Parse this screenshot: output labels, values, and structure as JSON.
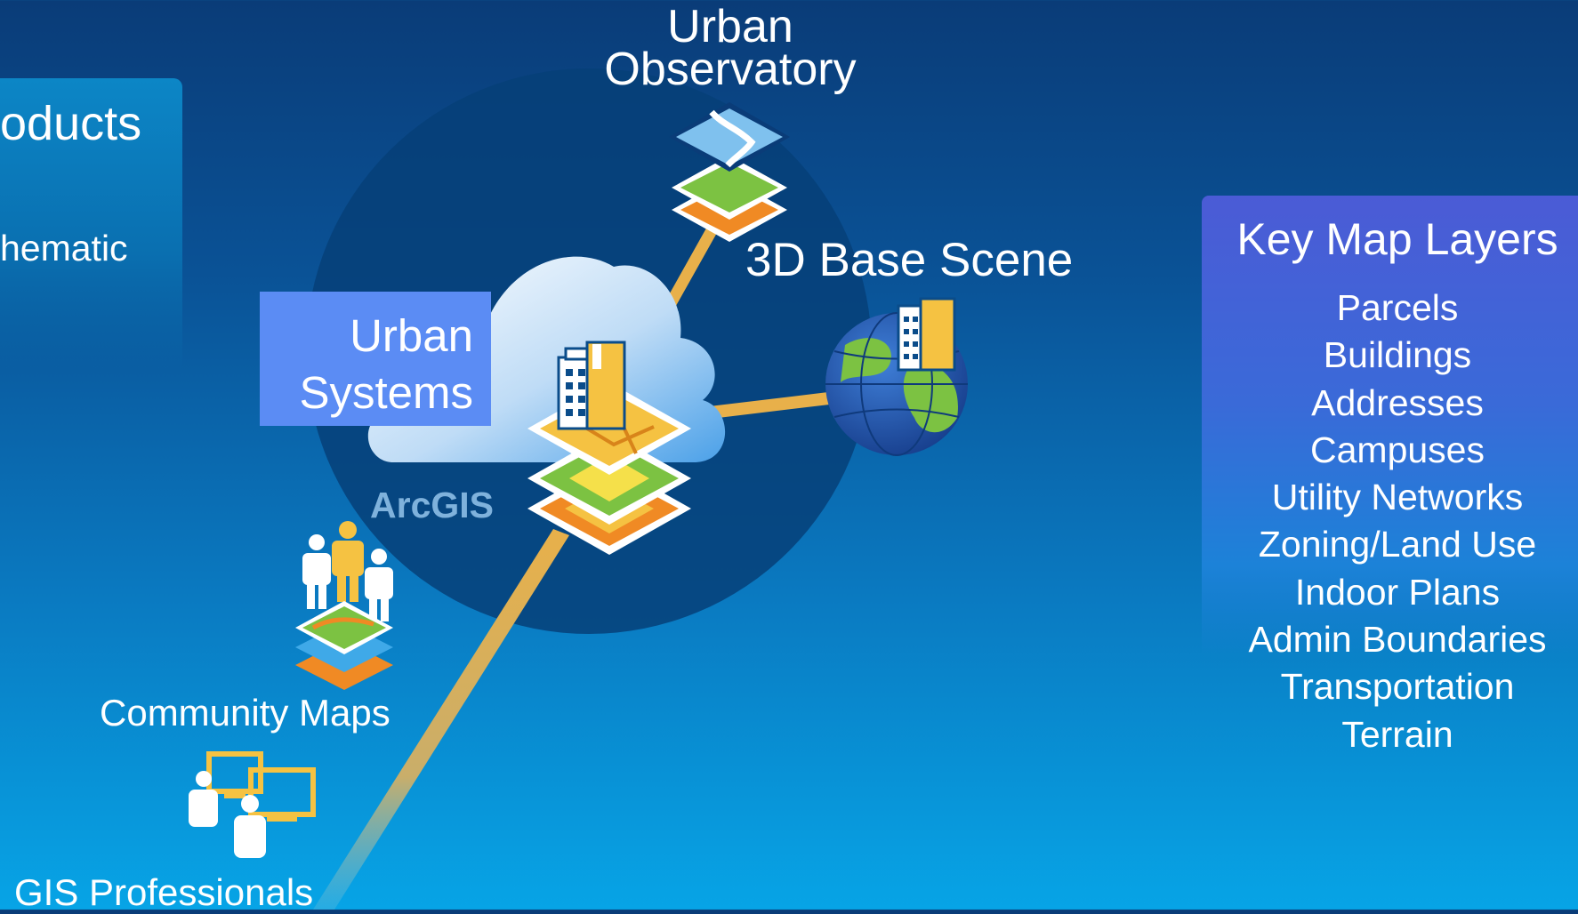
{
  "left_panel": {
    "title": "oducts",
    "subtitle": "hematic"
  },
  "nodes": {
    "urban_observatory": {
      "line1": "Urban",
      "line2": "Observatory"
    },
    "base_scene": "3D Base Scene",
    "urban_systems": {
      "line1": "Urban",
      "line2": "Systems"
    },
    "arcgis": "ArcGIS",
    "community_maps": "Community Maps",
    "gis_professionals": "GIS Professionals"
  },
  "key_map_layers": {
    "title": "Key Map Layers",
    "items": [
      "Parcels",
      "Buildings",
      "Addresses",
      "Campuses",
      "Utility Networks",
      "Zoning/Land Use",
      "Indoor Plans",
      "Admin Boundaries",
      "Transportation",
      "Terrain"
    ]
  },
  "colors": {
    "connector": "#e8b04a",
    "accent_box": "#5b8cf4",
    "layer_orange": "#f08a24",
    "layer_green": "#7cc242",
    "layer_yellow": "#f5c242"
  }
}
